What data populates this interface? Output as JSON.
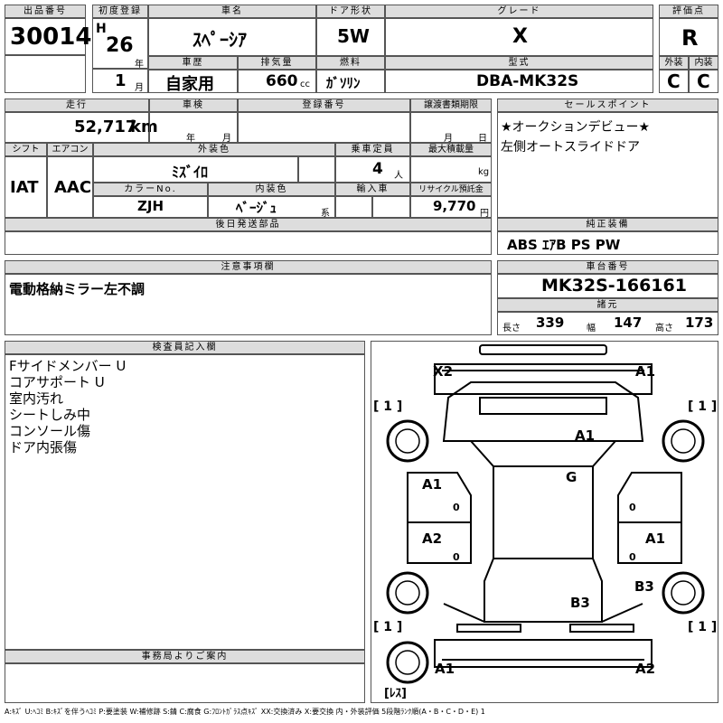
{
  "labels": {
    "lot": "出品番号",
    "first_reg": "初度登録",
    "car_name": "車名",
    "door": "ドア形状",
    "grade": "グレード",
    "score": "評価点",
    "exterior": "外装",
    "interior": "内装",
    "history": "車歴",
    "displacement": "排気量",
    "fuel": "燃料",
    "model": "型式",
    "mileage": "走行",
    "inspection": "車検",
    "reg_no": "登録番号",
    "transfer": "譲渡書類期限",
    "sales_point": "セールスポイント",
    "shift": "シフト",
    "aircon": "エアコン",
    "ext_color": "外装色",
    "capacity": "乗車定員",
    "max_load": "最大積載量",
    "color_no": "カラーNo.",
    "int_color": "内装色",
    "import": "輸入車",
    "recycle": "リサイクル預託金",
    "later_parts": "後日発送部品",
    "genuine": "純正装備",
    "notes": "注意事項欄",
    "chassis": "車台番号",
    "dimensions": "諸元",
    "inspector": "検査員記入欄",
    "office": "事務局よりご案内"
  },
  "vehicle": {
    "lot_no": "30014",
    "era": "H",
    "year": "26",
    "year_unit": "年",
    "month": "1",
    "month_unit": "月",
    "name": "ｽﾍﾟｰｼｱ",
    "door": "5W",
    "grade": "X",
    "score": "R",
    "exterior_grade": "C",
    "interior_grade": "C",
    "history": "自家用",
    "displacement": "660",
    "displacement_unit": "cc",
    "fuel": "ｶﾞｿﾘﾝ",
    "model": "DBA-MK32S",
    "mileage": "52,717",
    "mileage_unit": "km",
    "insp_year_unit": "年",
    "insp_month_unit": "月",
    "transfer_month_unit": "月",
    "transfer_day_unit": "日",
    "shift": "IAT",
    "aircon": "AAC",
    "ext_color": "ﾐｽﾞｲﾛ",
    "capacity": "4",
    "capacity_unit": "人",
    "load_unit": "kg",
    "color_no": "ZJH",
    "int_color": "ﾍﾞｰｼﾞｭ",
    "int_color_unit": "系",
    "recycle": "9,770",
    "recycle_unit": "円",
    "genuine": "ABS ｴｱB PS PW",
    "notes": "電動格納ミラー左不調",
    "chassis": "MK32S-166161",
    "len_label": "長さ",
    "length": "339",
    "wid_label": "幅",
    "width": "147",
    "hgt_label": "高さ",
    "height": "173"
  },
  "sales_points": [
    "★オークションデビュー★",
    "左側オートスライドドア"
  ],
  "inspector_notes": [
    "Fサイドメンバー U",
    "コアサポート U",
    "室内汚れ",
    "シートしみ中",
    "コンソール傷",
    "ドア内張傷"
  ],
  "diagram_marks": {
    "front_left": "X2",
    "front_right": "A1",
    "hood": "A1",
    "roof": "G",
    "front_door_left": "A1",
    "front_door_right": "",
    "rear_door_left": "A2",
    "rear_door_right": "A1",
    "quarter_right": "B3",
    "trunk": "B3",
    "rear_left": "A1",
    "rear_right": "A2",
    "tire_fl": "[ 1 ]",
    "tire_fr": "[ 1 ]",
    "tire_rl": "[ 1 ]",
    "tire_rr": "[ 1 ]",
    "spare": "[ﾚｽ]",
    "zero_1": "0",
    "zero_2": "0",
    "zero_3": "0",
    "zero_4": "0"
  },
  "legend": "A:ｷｽﾞ U:ﾍｺﾐ B:ｷｽﾞを伴うﾍｺﾐ P:要塗装 W:補修跡 S:錆 C:腐食 G:ﾌﾛﾝﾄｶﾞﾗｽ点ｷｽﾞ XX:交換済み X:要交換 内・外装評価 5段階ﾗﾝｸ順(A・B・C・D・E) 1"
}
